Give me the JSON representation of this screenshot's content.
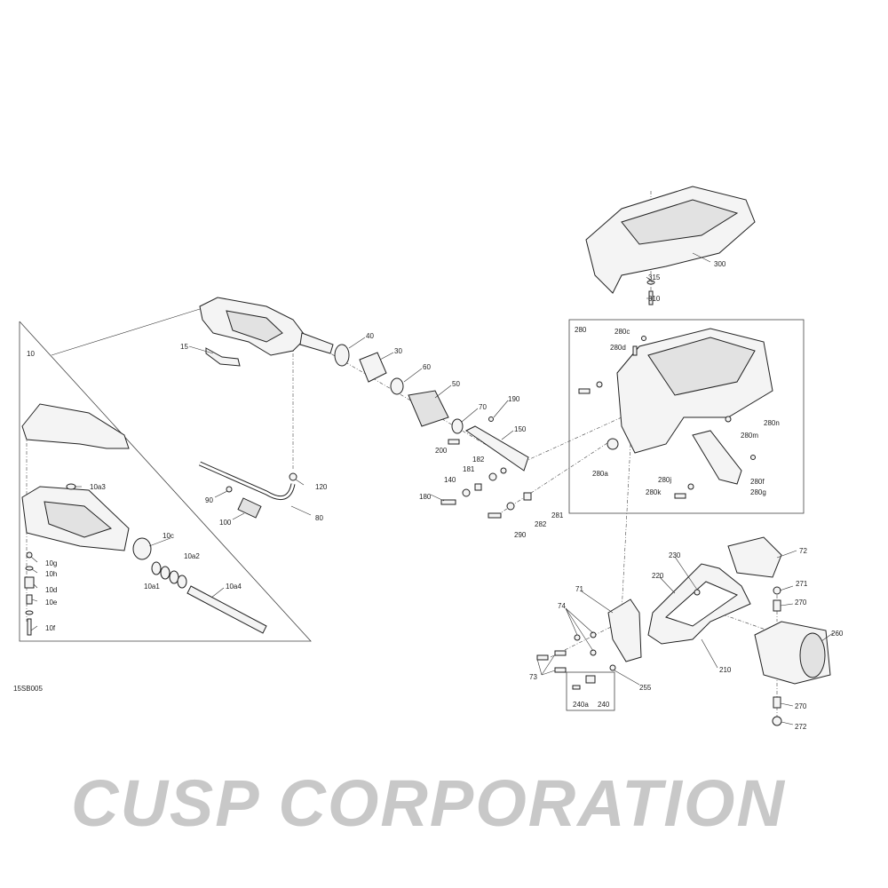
{
  "diagram_code": "15SB005",
  "watermark": "CUSP CORPORATION",
  "labels": {
    "l10": "10",
    "l15": "15",
    "l40": "40",
    "l30": "30",
    "l60": "60",
    "l50": "50",
    "l70": "70",
    "l190": "190",
    "l150": "150",
    "l200": "200",
    "l182": "182",
    "l181": "181",
    "l140": "140",
    "l120": "120",
    "l90": "90",
    "l100": "100",
    "l80": "80",
    "l180": "180",
    "l281": "281",
    "l282": "282",
    "l290": "290",
    "l10a3": "10a3",
    "l10c": "10c",
    "l10a2": "10a2",
    "l10a1": "10a1",
    "l10a4": "10a4",
    "l10g": "10g",
    "l10h": "10h",
    "l10d": "10d",
    "l10e": "10e",
    "l10f": "10f",
    "l300": "300",
    "l315": "315",
    "l310": "310",
    "l280": "280",
    "l280c": "280c",
    "l280d": "280d",
    "l280n": "280n",
    "l280m": "280m",
    "l280a": "280a",
    "l280j": "280j",
    "l280k": "280k",
    "l280f": "280f",
    "l280g": "280g",
    "l72": "72",
    "l230": "230",
    "l220": "220",
    "l271": "271",
    "l270a": "270",
    "l71": "71",
    "l74": "74",
    "l210": "210",
    "l255": "255",
    "l73": "73",
    "l240a": "240a",
    "l240": "240",
    "l270b": "270",
    "l272": "272",
    "l260": "260"
  }
}
